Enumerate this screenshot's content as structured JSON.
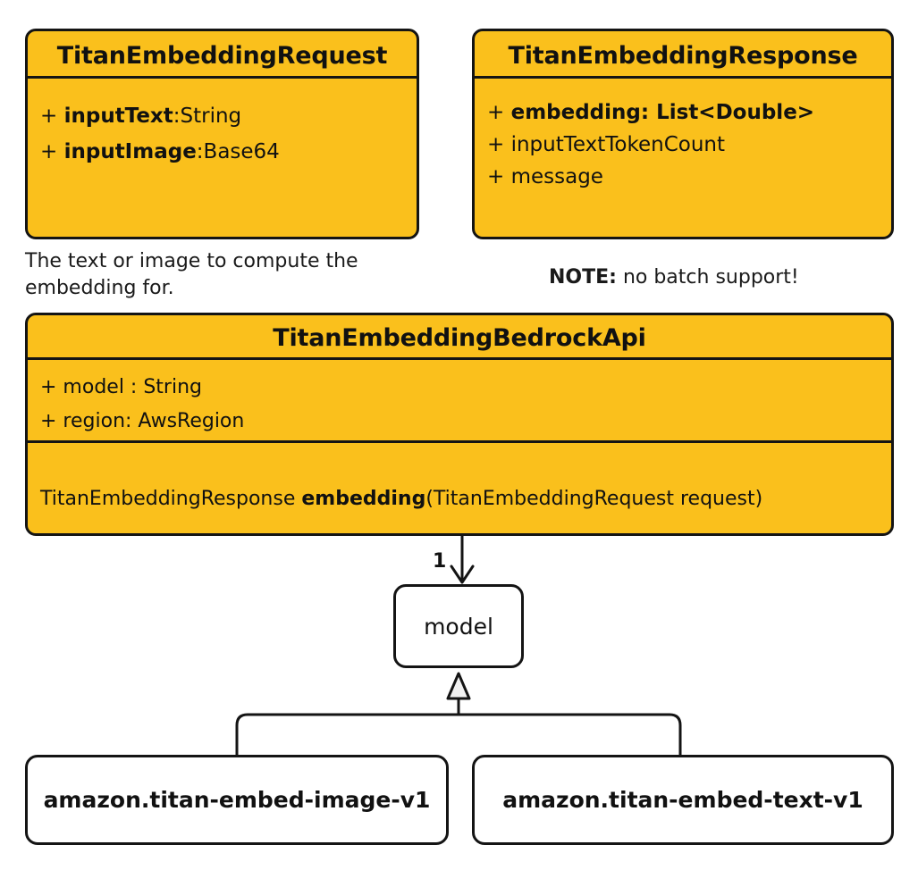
{
  "diagram": {
    "title": "Titan Embedding Bedrock API class diagram",
    "accent_color": "#FAC01C",
    "line_color": "#141414",
    "box_fill_white": "#FFFFFF"
  },
  "classes": {
    "request": {
      "name": "TitanEmbeddingRequest",
      "attributes": [
        {
          "visibility": "+",
          "name": "inputText",
          "type": ":String",
          "bold_name": true
        },
        {
          "visibility": "+",
          "name": "inputImage",
          "type": ":Base64",
          "bold_name": true
        }
      ]
    },
    "response": {
      "name": "TitanEmbeddingResponse",
      "attributes": [
        {
          "visibility": "+",
          "name": "embedding:",
          "type": " List<Double>",
          "bold_name": true,
          "bold_type": true
        },
        {
          "visibility": "+",
          "name": "inputTextTokenCount",
          "type": "",
          "bold_name": false
        },
        {
          "visibility": "+",
          "name": "message",
          "type": "",
          "bold_name": false
        }
      ]
    },
    "api": {
      "name": "TitanEmbeddingBedrockApi",
      "attributes": [
        {
          "visibility": "+",
          "name": " model : String",
          "type": "",
          "bold_name": false
        },
        {
          "visibility": "+",
          "name": " region: AwsRegion",
          "type": "",
          "bold_name": false
        }
      ],
      "methods": [
        {
          "return_type": "TitanEmbeddingResponse ",
          "name": "embedding",
          "params": "(TitanEmbeddingRequest request)"
        }
      ]
    }
  },
  "annotations": {
    "request_caption": "The text or image to compute the embedding for.",
    "note_label": "NOTE:",
    "note_text": " no batch support!"
  },
  "enumeration": {
    "model_box_label": "model",
    "multiplicity": "1",
    "values": [
      {
        "label": "amazon.titan-embed-image-v1"
      },
      {
        "label": "amazon.titan-embed-text-v1"
      }
    ]
  }
}
